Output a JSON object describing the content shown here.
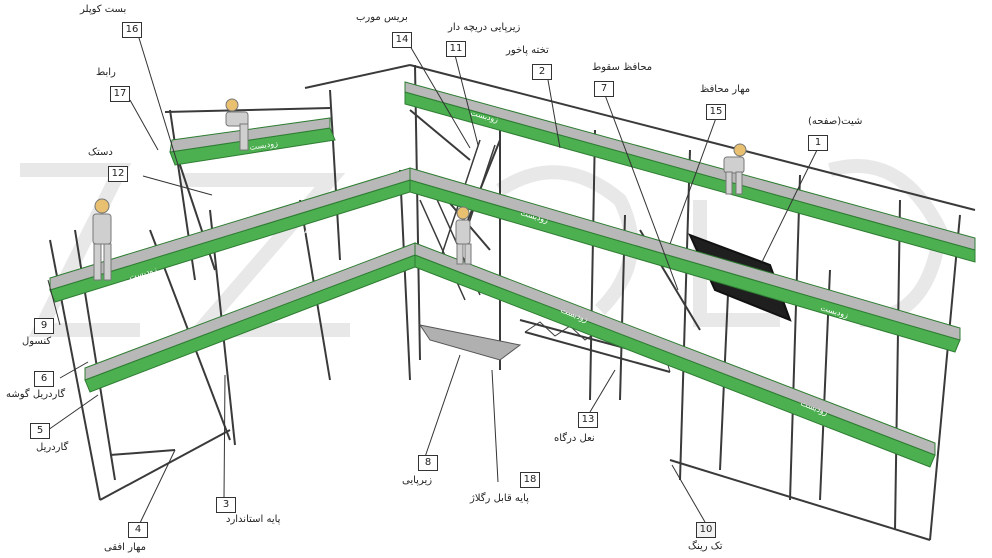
{
  "colors": {
    "platform_green": "#4caf50",
    "plank_grey": "#b8b8b8",
    "tube": "#333333",
    "watermark": "#e3e3e3"
  },
  "platform_text": "زودبست",
  "callouts": [
    {
      "key": "c16",
      "num": "16",
      "label": "بست کوپلر"
    },
    {
      "key": "c17",
      "num": "17",
      "label": "رابط"
    },
    {
      "key": "c12",
      "num": "12",
      "label": "دستک"
    },
    {
      "key": "c14",
      "num": "14",
      "label": "بریس مورب"
    },
    {
      "key": "c11",
      "num": "11",
      "label": "زیرپایی دریچه دار"
    },
    {
      "key": "c2",
      "num": "2",
      "label": "تخته پاخور"
    },
    {
      "key": "c7",
      "num": "7",
      "label": "محافظ سقوط"
    },
    {
      "key": "c15",
      "num": "15",
      "label": "مهار محافظ"
    },
    {
      "key": "c1",
      "num": "1",
      "label": "شیت(صفحه)"
    },
    {
      "key": "c9",
      "num": "9",
      "label": "کنسول"
    },
    {
      "key": "c6",
      "num": "6",
      "label": "گاردریل گوشه"
    },
    {
      "key": "c5",
      "num": "5",
      "label": "گاردریل"
    },
    {
      "key": "c3",
      "num": "3",
      "label": "پایه استاندارد"
    },
    {
      "key": "c4",
      "num": "4",
      "label": "مهار افقی"
    },
    {
      "key": "c8",
      "num": "8",
      "label": "زیرپایی"
    },
    {
      "key": "c18",
      "num": "18",
      "label": "پایه قابل رگلاژ"
    },
    {
      "key": "c13",
      "num": "13",
      "label": "نعل درگاه"
    },
    {
      "key": "c10",
      "num": "10",
      "label": "تک رینگ"
    }
  ]
}
